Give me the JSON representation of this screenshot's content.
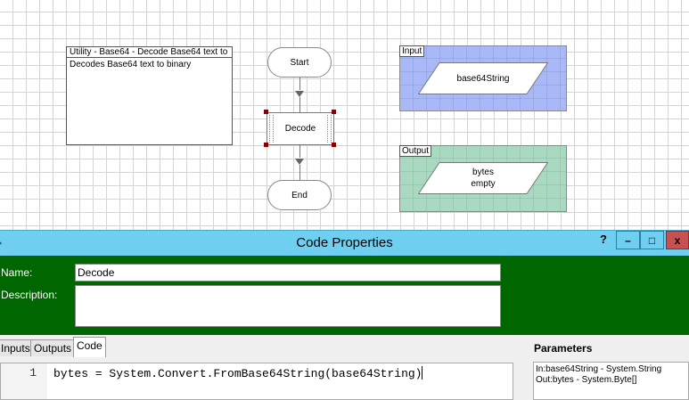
{
  "canvas": {
    "note": {
      "title": "Utility - Base64 - Decode Base64 text to",
      "body": "Decodes Base64 text to binary"
    },
    "start_label": "Start",
    "process_label": "Decode",
    "end_label": "End",
    "input_panel": {
      "label": "Input",
      "param": "base64String",
      "color": "#a9b9f7"
    },
    "output_panel": {
      "label": "Output",
      "param_line1": "bytes",
      "param_line2": "empty",
      "color": "#a9dac1"
    }
  },
  "window": {
    "title": "Code Properties",
    "help": "?",
    "minimize": "–",
    "maximize": "□",
    "close": "x",
    "titlebar_color": "#6ecff0"
  },
  "form": {
    "name_label": "Name:",
    "name_value": "Decode",
    "description_label": "Description:",
    "description_value": ""
  },
  "tabs": [
    {
      "label": "Inputs"
    },
    {
      "label": "Outputs"
    },
    {
      "label": "Code"
    }
  ],
  "active_tab": "Code",
  "code": {
    "line_number": "1",
    "text": "bytes = System.Convert.FromBase64String(base64String)"
  },
  "parameters": {
    "title": "Parameters",
    "lines": [
      "In:base64String - System.String",
      "Out:bytes - System.Byte[]"
    ]
  }
}
